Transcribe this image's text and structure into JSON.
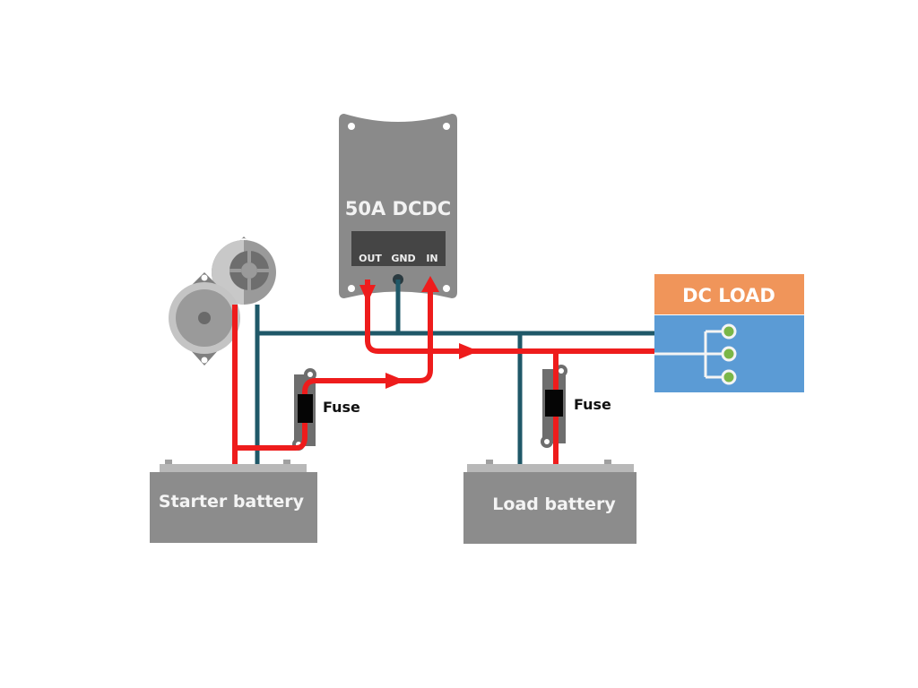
{
  "converter": {
    "title": "50A DCDC",
    "terminals": [
      "OUT",
      "GND",
      "IN"
    ]
  },
  "fuses": [
    {
      "label": "Fuse"
    },
    {
      "label": "Fuse"
    }
  ],
  "batteries": [
    {
      "label": "Starter battery"
    },
    {
      "label": "Load battery"
    }
  ],
  "dc_load": {
    "title": "DC LOAD"
  },
  "colors": {
    "positive_wire": "#ee1c1c",
    "negative_wire": "#1f5868",
    "device_gray": "#8a8a8a",
    "load_header": "#f0955a",
    "load_body": "#5b9bd5",
    "load_node": "#7ab648"
  },
  "icons": [
    "alternator-icon",
    "fuse-icon",
    "battery-icon",
    "load-distribution-icon"
  ]
}
